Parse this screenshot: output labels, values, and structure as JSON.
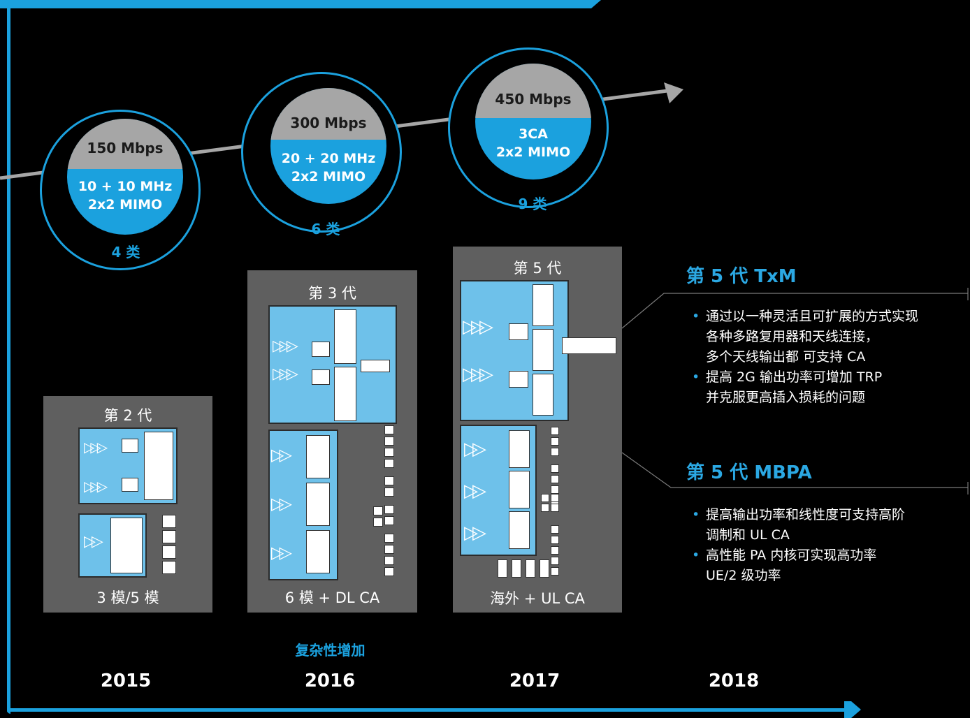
{
  "timeline": {
    "years": [
      "2015",
      "2016",
      "2017",
      "2018"
    ],
    "complexity_label": "复杂性增加"
  },
  "circles": [
    {
      "speed": "150 Mbps",
      "line1": "10 + 10 MHz",
      "line2": "2x2 MIMO",
      "category": "4 类"
    },
    {
      "speed": "300 Mbps",
      "line1": "20 + 20 MHz",
      "line2": "2x2 MIMO",
      "category": "6 类"
    },
    {
      "speed": "450 Mbps",
      "line1": "3CA",
      "line2": "2x2 MIMO",
      "category": "9 类"
    }
  ],
  "blocks": [
    {
      "title": "第 2 代",
      "footer": "3 模/5 模"
    },
    {
      "title": "第 3 代",
      "footer": "6 模 + DL CA"
    },
    {
      "title": "第 5 代",
      "footer": "海外 + UL CA"
    }
  ],
  "txm": {
    "title": "第 5 代 TxM",
    "bullets": [
      {
        "lines": [
          "通过以一种灵活且可扩展的方式实现",
          "各种多路复用器和天线连接，",
          "多个天线输出都 可支持 CA"
        ]
      },
      {
        "lines": [
          "提高 2G 输出功率可增加 TRP",
          "并克服更高插入损耗的问题"
        ]
      }
    ]
  },
  "mbpa": {
    "title": "第 5 代 MBPA",
    "bullets": [
      {
        "lines": [
          "提高输出功率和线性度可支持高阶",
          "调制和 UL CA"
        ]
      },
      {
        "lines": [
          "高性能 PA 内核可实现高功率",
          "UE/2 级功率"
        ]
      }
    ]
  },
  "colors": {
    "accent": "#1ba1de",
    "block_bg": "#5f5f5f",
    "card": "#6ec1ea",
    "circle_top": "#a6a6a6"
  }
}
